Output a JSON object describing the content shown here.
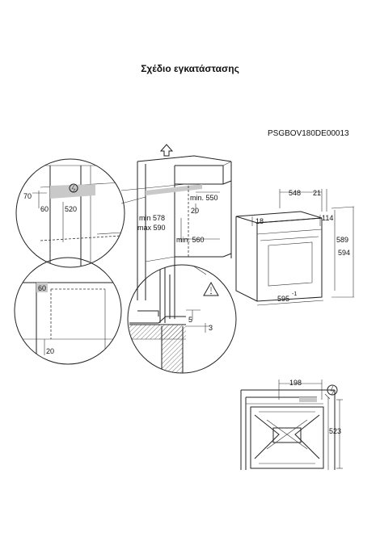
{
  "page": {
    "title": "Σχέδιο εγκατάστασης",
    "drawing_code": "PSGBOV180DE00013"
  },
  "detail_top": {
    "dim_70": "70",
    "dim_60": "60",
    "dim_520": "520",
    "power_icon": "power-plug-icon"
  },
  "cabinet": {
    "min_550": "min. 550",
    "dim_20": "20",
    "min_578": "min 578",
    "max_590": "max 590",
    "min_560": "min. 560",
    "arrow_icon": "arrow-up-icon"
  },
  "detail_left": {
    "dim_60": "60",
    "dim_20": "20"
  },
  "detail_bottom": {
    "dim_5": "5",
    "dim_3": "3",
    "warning_icon": "warning-icon"
  },
  "oven": {
    "dim_548": "548",
    "dim_21": "21",
    "dim_18": "18",
    "dim_114": "114",
    "dim_589": "589",
    "dim_594": "594",
    "dim_595": "595",
    "tol_595": "-1"
  },
  "front": {
    "dim_198": "198",
    "dim_523": "523",
    "power_icon": "power-plug-icon"
  }
}
